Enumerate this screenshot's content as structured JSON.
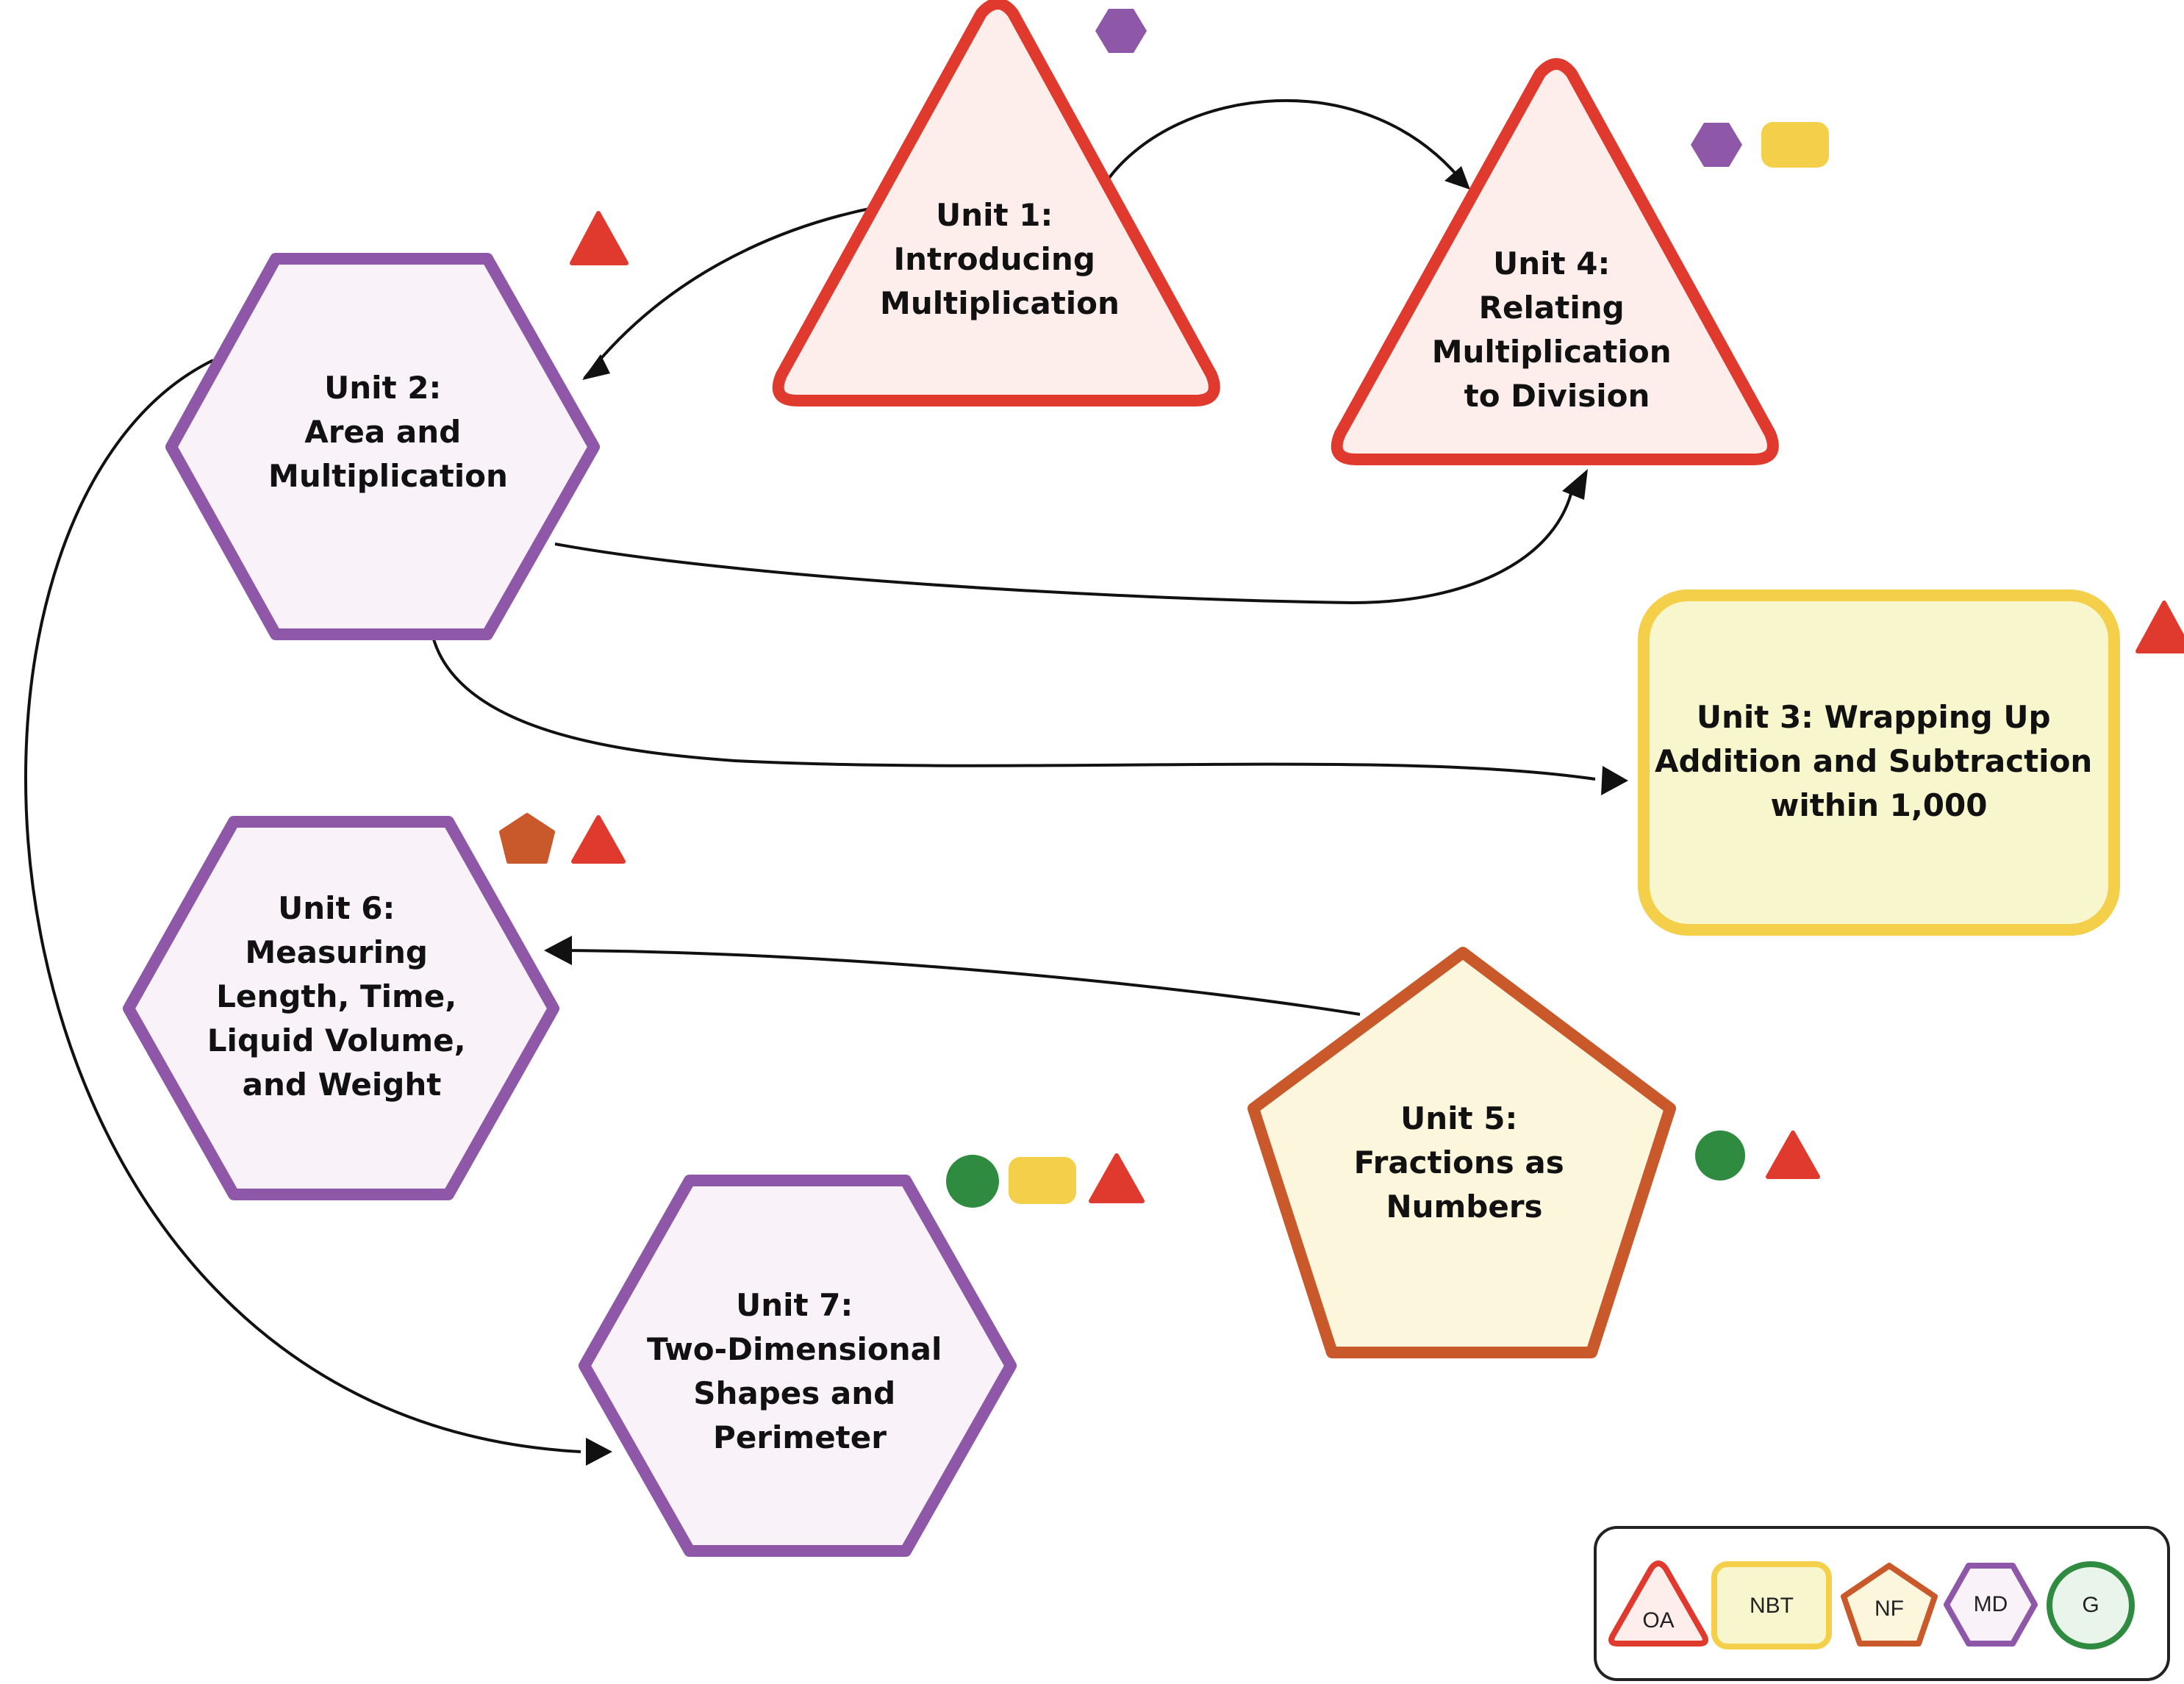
{
  "colors": {
    "oa_stroke": "#E03A2E",
    "oa_fill": "#FDEEEC",
    "nbt_stroke": "#F4D04A",
    "nbt_fill": "#F8F6CC",
    "nf_stroke": "#C9582A",
    "nf_fill": "#FCF6DC",
    "md_stroke": "#8E57A8",
    "md_fill": "#F9F2F8",
    "g_stroke": "#2E8B3F",
    "g_fill": "#E9F4EA",
    "arrow": "#111111",
    "legend_border": "#222222"
  },
  "units": {
    "u1": {
      "lines": [
        "Unit 1:",
        "Introducing",
        "Multiplication"
      ],
      "shape": "triangle",
      "domain": "OA",
      "badges": [
        "MD"
      ]
    },
    "u2": {
      "lines": [
        "Unit 2:",
        "Area and",
        "Multiplication"
      ],
      "shape": "hexagon",
      "domain": "MD",
      "badges": [
        "OA"
      ]
    },
    "u3": {
      "lines": [
        "Unit 3: Wrapping Up",
        "Addition and Subtraction",
        "within 1,000"
      ],
      "shape": "rounded-square",
      "domain": "NBT",
      "badges": [
        "OA"
      ]
    },
    "u4": {
      "lines": [
        "Unit 4:",
        "Relating",
        "Multiplication",
        "to Division"
      ],
      "shape": "triangle",
      "domain": "OA",
      "badges": [
        "MD",
        "NBT"
      ]
    },
    "u5": {
      "lines": [
        "Unit 5:",
        "Fractions as",
        "Numbers"
      ],
      "shape": "pentagon",
      "domain": "NF",
      "badges": [
        "G",
        "OA"
      ]
    },
    "u6": {
      "lines": [
        "Unit 6:",
        "Measuring",
        "Length, Time,",
        "Liquid Volume,",
        "and Weight"
      ],
      "shape": "hexagon",
      "domain": "MD",
      "badges": [
        "NF",
        "OA"
      ]
    },
    "u7": {
      "lines": [
        "Unit 7:",
        "Two-Dimensional",
        "Shapes and",
        "Perimeter"
      ],
      "shape": "hexagon",
      "domain": "MD",
      "badges": [
        "G",
        "NBT",
        "OA"
      ]
    }
  },
  "connections": [
    {
      "from": "u1",
      "to": "u2"
    },
    {
      "from": "u1",
      "to": "u4"
    },
    {
      "from": "u2",
      "to": "u4"
    },
    {
      "from": "u2",
      "to": "u3"
    },
    {
      "from": "u2",
      "to": "u7"
    },
    {
      "from": "u5",
      "to": "u6"
    }
  ],
  "legend": {
    "items": [
      {
        "label": "OA",
        "shape": "triangle"
      },
      {
        "label": "NBT",
        "shape": "rounded-square"
      },
      {
        "label": "NF",
        "shape": "pentagon"
      },
      {
        "label": "MD",
        "shape": "hexagon"
      },
      {
        "label": "G",
        "shape": "circle"
      }
    ]
  }
}
